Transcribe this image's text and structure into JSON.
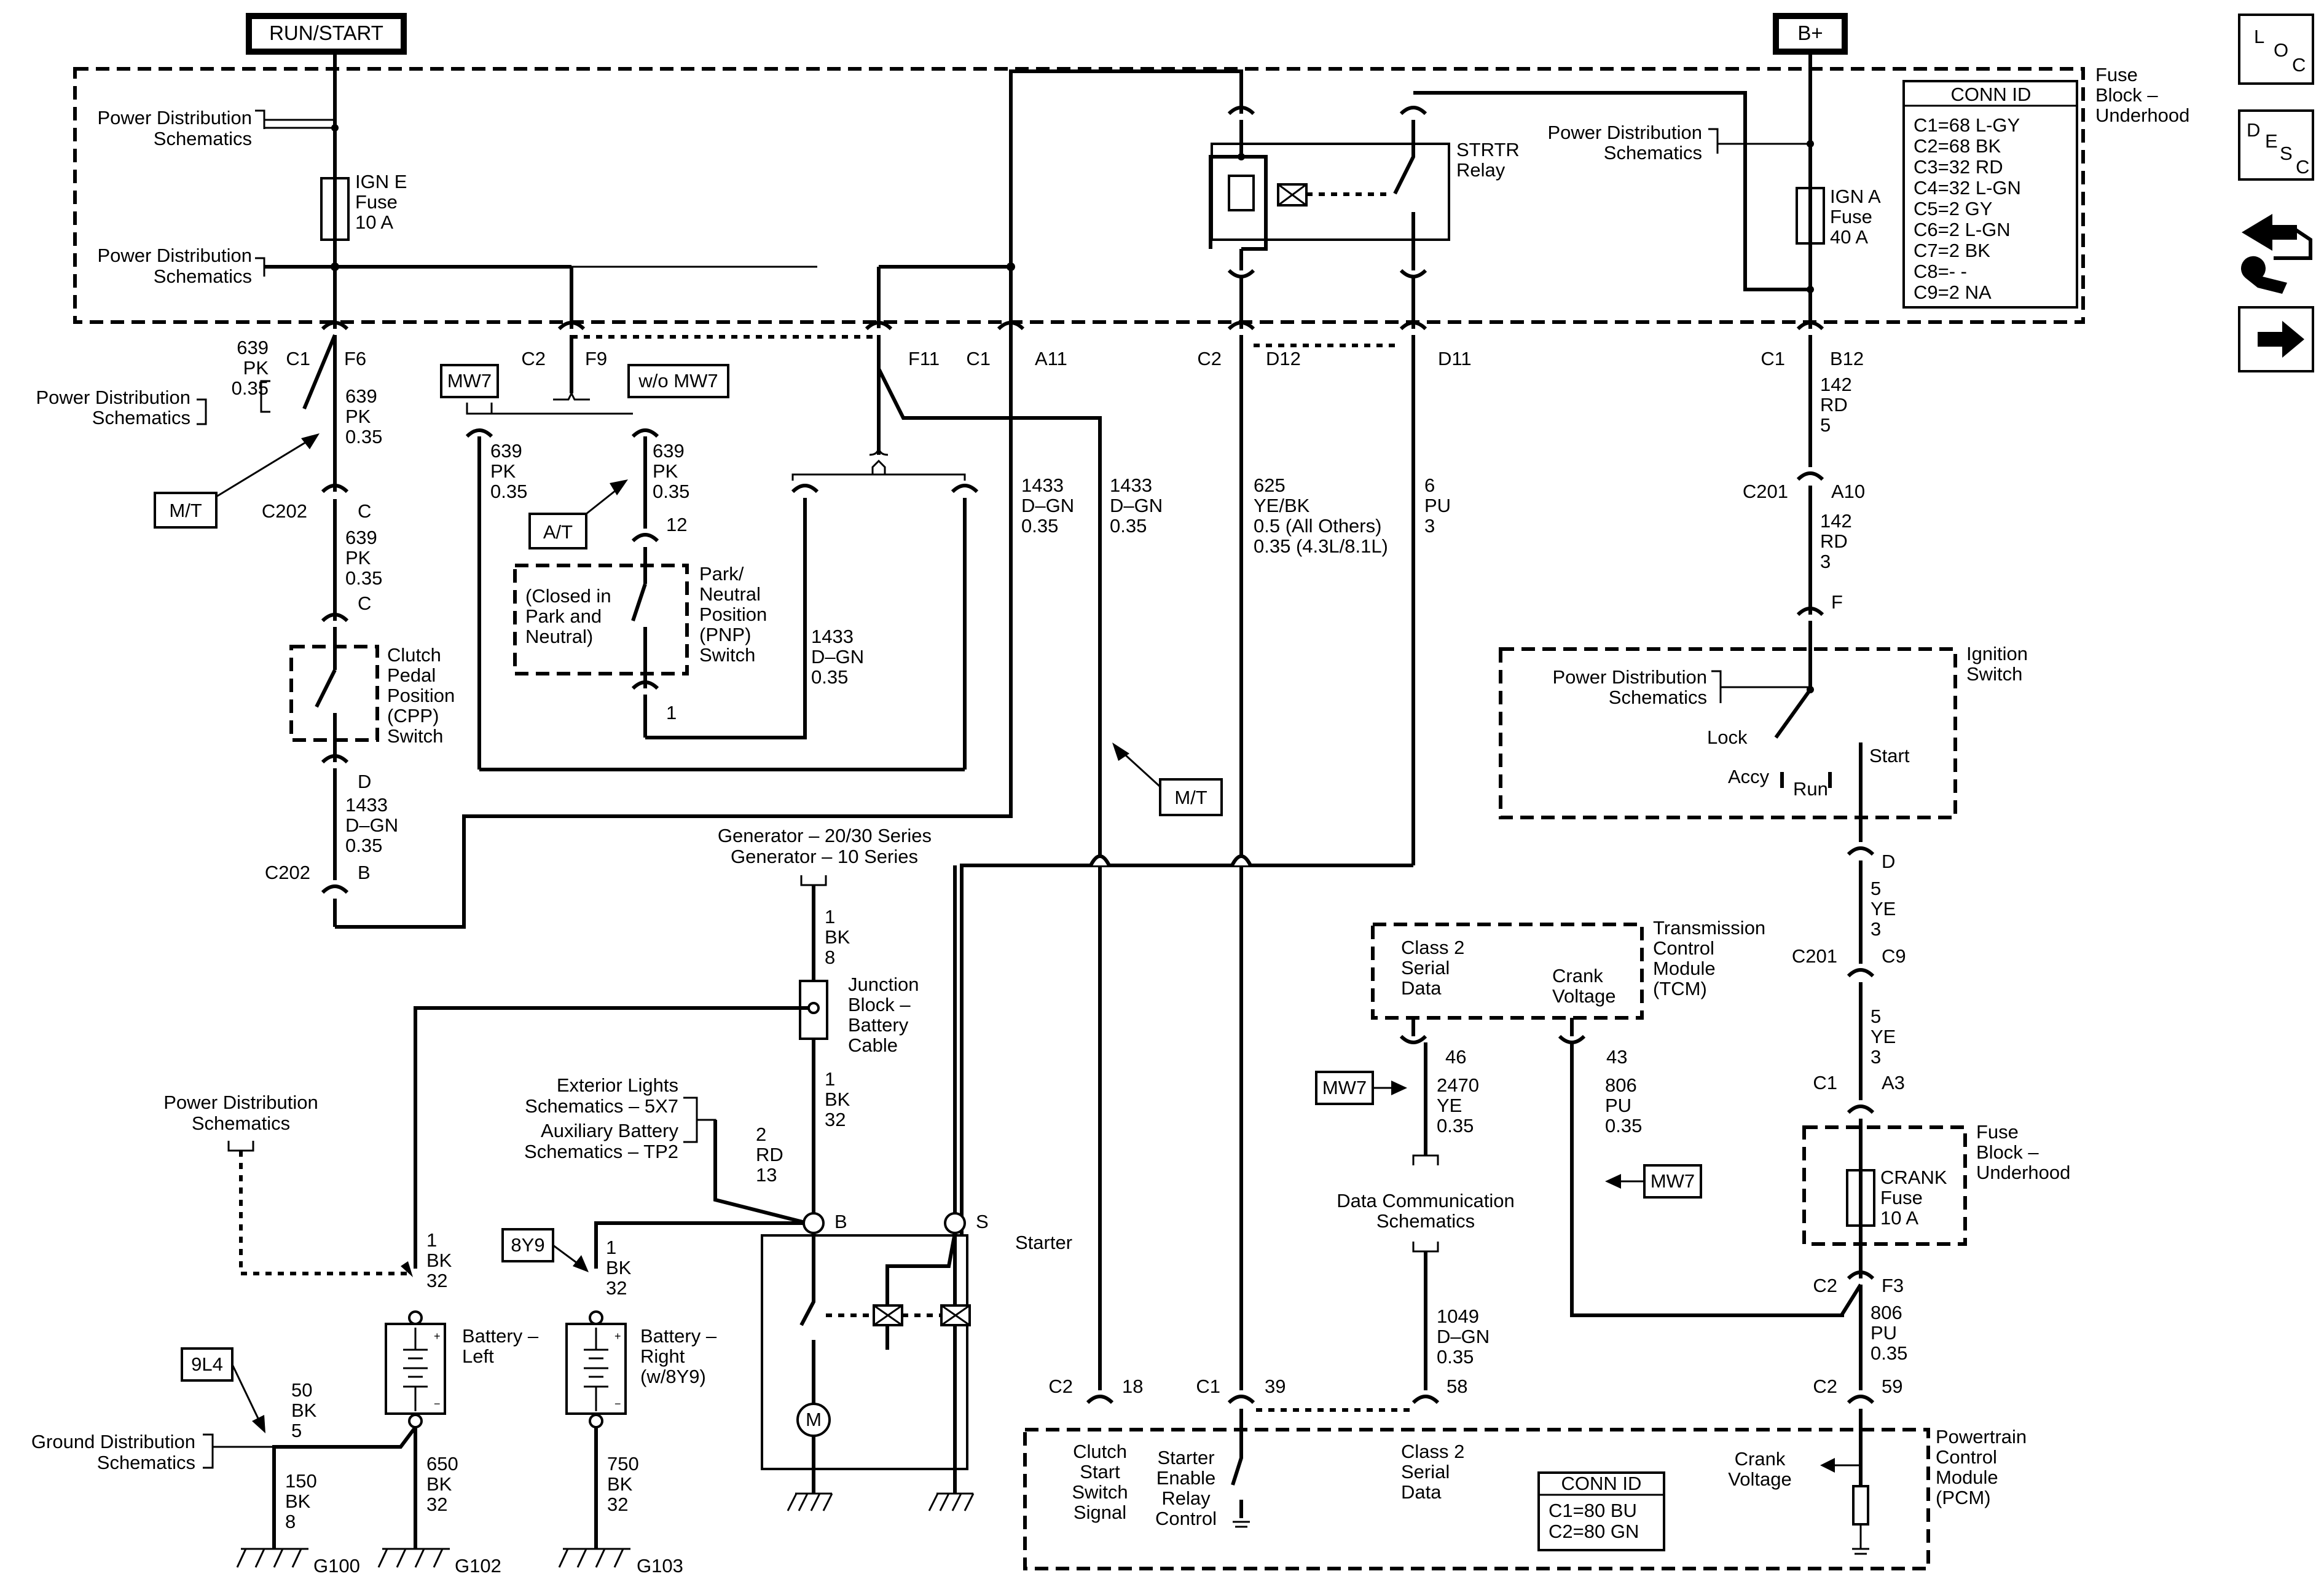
{
  "title_bar": {
    "run_start": "RUN/START",
    "bplus": "B+"
  },
  "sidebar": {
    "loc_icon": "LOC",
    "desc_icon": "DESC",
    "tools_icon": "tools-icon",
    "next_icon": "arrow-right-icon"
  },
  "conn_id_top": {
    "title": "CONN ID",
    "rows": [
      "C1=68 L-GY",
      "C2=68 BK",
      "C3=32 RD",
      "C4=32 L-GN",
      "C5=2 GY",
      "C6=2 L-GN",
      "C7=2 BK",
      "C8=- -",
      "C9=2 NA"
    ]
  },
  "conn_id_pcm": {
    "title": "CONN ID",
    "rows": [
      "C1=80 BU",
      "C2=80 GN"
    ]
  },
  "labels": {
    "fuse_block": [
      "Fuse",
      "Block –",
      "Underhood"
    ],
    "pds": [
      "Power Distribution",
      "Schematics"
    ],
    "ign_e": [
      "IGN E",
      "Fuse",
      "10 A"
    ],
    "ign_a": [
      "IGN A",
      "Fuse",
      "40 A"
    ],
    "strtr": [
      "STRTR",
      "Relay"
    ],
    "w639": [
      "639",
      "PK",
      "0.35"
    ],
    "mw7": "MW7",
    "wo_mw7": "w/o MW7",
    "mt": "M/T",
    "at": "A/T",
    "n9l4": "9L4",
    "n8y9": "8Y9",
    "c202": "C202",
    "c201": "C201",
    "c1": "C1",
    "c2": "C2",
    "pin_f6": "F6",
    "pin_f9": "F9",
    "pin_f11": "F11",
    "pin_a11": "A11",
    "pin_d12": "D12",
    "pin_d11": "D11",
    "pin_b12": "B12",
    "pin_a10": "A10",
    "pin_f": "F",
    "pin_c": "C",
    "pin_d": "D",
    "pin_b": "B",
    "pin_12": "12",
    "pin_1": "1",
    "pin_c9": "C9",
    "pin_a3": "A3",
    "pin_f3": "F3",
    "pin_18": "18",
    "pin_39": "39",
    "pin_58": "58",
    "pin_59": "59",
    "pin_46": "46",
    "pin_43": "43",
    "pin_s": "S",
    "closed": [
      "(Closed in",
      "Park and",
      "Neutral)"
    ],
    "pnp": [
      "Park/",
      "Neutral",
      "Position",
      "(PNP)",
      "Switch"
    ],
    "cpp": [
      "Clutch",
      "Pedal",
      "Position",
      "(CPP)",
      "Switch"
    ],
    "w1433": [
      "1433",
      "D–GN",
      "0.35"
    ],
    "w625": [
      "625",
      "YE/BK",
      "0.5 (All Others)",
      "0.35 (4.3L/8.1L)"
    ],
    "w6": [
      "6",
      "PU",
      "3"
    ],
    "w142_5": [
      "142",
      "RD",
      "5"
    ],
    "w142_3": [
      "142",
      "RD",
      "3"
    ],
    "ign_sw": [
      "Ignition",
      "Switch"
    ],
    "lock": "Lock",
    "accy": "Accy",
    "run": "Run",
    "start": "Start",
    "w5": [
      "5",
      "YE",
      "3"
    ],
    "gen": [
      "Generator – 20/30 Series",
      "Generator – 10 Series"
    ],
    "w1bk8": [
      "1",
      "BK",
      "8"
    ],
    "jb": [
      "Junction",
      "Block –",
      "Battery",
      "Cable"
    ],
    "w1bk32": [
      "1",
      "BK",
      "32"
    ],
    "ext": [
      "Exterior Lights",
      "Schematics – 5X7",
      "Auxiliary Battery",
      "Schematics – TP2"
    ],
    "w2rd13": [
      "2",
      "RD",
      "13"
    ],
    "starter": "Starter",
    "tcm": [
      "Transmission",
      "Control",
      "Module",
      "(TCM)"
    ],
    "class2": [
      "Class 2",
      "Serial",
      "Data"
    ],
    "crank_v": [
      "Crank",
      "Voltage"
    ],
    "w2470": [
      "2470",
      "YE",
      "0.35"
    ],
    "w806": [
      "806",
      "PU",
      "0.35"
    ],
    "dcs": [
      "Data Communication",
      "Schematics"
    ],
    "crank_fuse": [
      "CRANK",
      "Fuse",
      "10 A"
    ],
    "w1049": [
      "1049",
      "D–GN",
      "0.35"
    ],
    "bat_left": [
      "Battery –",
      "Left"
    ],
    "bat_right": [
      "Battery –",
      "Right",
      "(w/8Y9)"
    ],
    "w50": [
      "50",
      "BK",
      "5"
    ],
    "gds": [
      "Ground Distribution",
      "Schematics"
    ],
    "w150": [
      "150",
      "BK",
      "8"
    ],
    "w650": [
      "650",
      "BK",
      "32"
    ],
    "w750": [
      "750",
      "BK",
      "32"
    ],
    "g100": "G100",
    "g102": "G102",
    "g103": "G103",
    "pcm": [
      "Powertrain",
      "Control",
      "Module",
      "(PCM)"
    ],
    "clutch_sig": [
      "Clutch",
      "Start",
      "Switch",
      "Signal"
    ],
    "starter_en": [
      "Starter",
      "Enable",
      "Relay",
      "Control"
    ]
  }
}
